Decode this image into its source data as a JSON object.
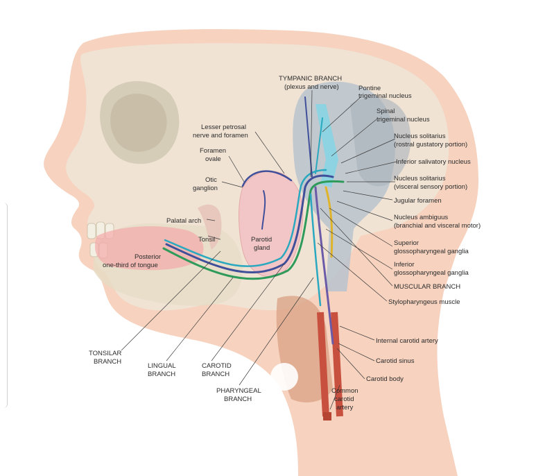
{
  "labels": {
    "tympanic_branch": "TYMPANIC BRANCH",
    "tympanic_sub": "(plexus and nerve)",
    "pontine_1": "Pontine",
    "pontine_2": "trigeminal nucleus",
    "spinal_1": "Spinal",
    "spinal_2": "trigeminal nucleus",
    "sol_rostral_1": "Nucleus solitarius",
    "sol_rostral_2": "(rostral gustatory portion)",
    "inf_salivatory": "Inferior salivatory nucleus",
    "sol_visceral_1": "Nucleus solitarius",
    "sol_visceral_2": "(visceral sensory portion)",
    "jugular_foramen": "Jugular foramen",
    "ambiguus_1": "Nucleus ambiguus",
    "ambiguus_2": "(branchial and visceral motor)",
    "sup_ganglia_1": "Superior",
    "sup_ganglia_2": "glossopharyngeal ganglia",
    "inf_ganglia_1": "Inferior",
    "inf_ganglia_2": "glossopharyngeal ganglia",
    "muscular_branch": "MUSCULAR BRANCH",
    "stylopharyngeus": "Stylopharyngeus muscle",
    "internal_carotid": "Internal carotid artery",
    "carotid_sinus": "Carotid sinus",
    "carotid_body": "Carotid body",
    "common_carotid_1": "Common",
    "common_carotid_2": "carotid",
    "common_carotid_3": "artery",
    "lesser_petrosal_1": "Lesser petrosal",
    "lesser_petrosal_2": "nerve and foramen",
    "foramen_ovale_1": "Foramen",
    "foramen_ovale_2": "ovale",
    "otic_1": "Otic",
    "otic_2": "ganglion",
    "palatal_arch": "Palatal arch",
    "tonsil": "Tonsil",
    "parotid_1": "Parotid",
    "parotid_2": "gland",
    "posterior_1": "Posterior",
    "posterior_2": "one-third of tongue",
    "tonsilar_1": "TONSILAR",
    "tonsilar_2": "BRANCH",
    "lingual_1": "LINGUAL",
    "lingual_2": "BRANCH",
    "carotid_br_1": "CAROTID",
    "carotid_br_2": "BRANCH",
    "pharyngeal_1": "PHARYNGEAL",
    "pharyngeal_2": "BRANCH"
  },
  "colors": {
    "skin": "#f6d2bf",
    "skin_dark": "#eab79f",
    "bone": "#e9e2d3",
    "nerve_blue": "#3f4f9a",
    "nerve_cyan": "#29a8c0",
    "nerve_green": "#2e9b5a",
    "nerve_yellow": "#e0b42a",
    "nerve_purple": "#6a5aa8",
    "brainstem": "#b9c3cc",
    "parotid": "#f2c6c6",
    "artery": "#c8503f",
    "muscle": "#d9a184"
  }
}
